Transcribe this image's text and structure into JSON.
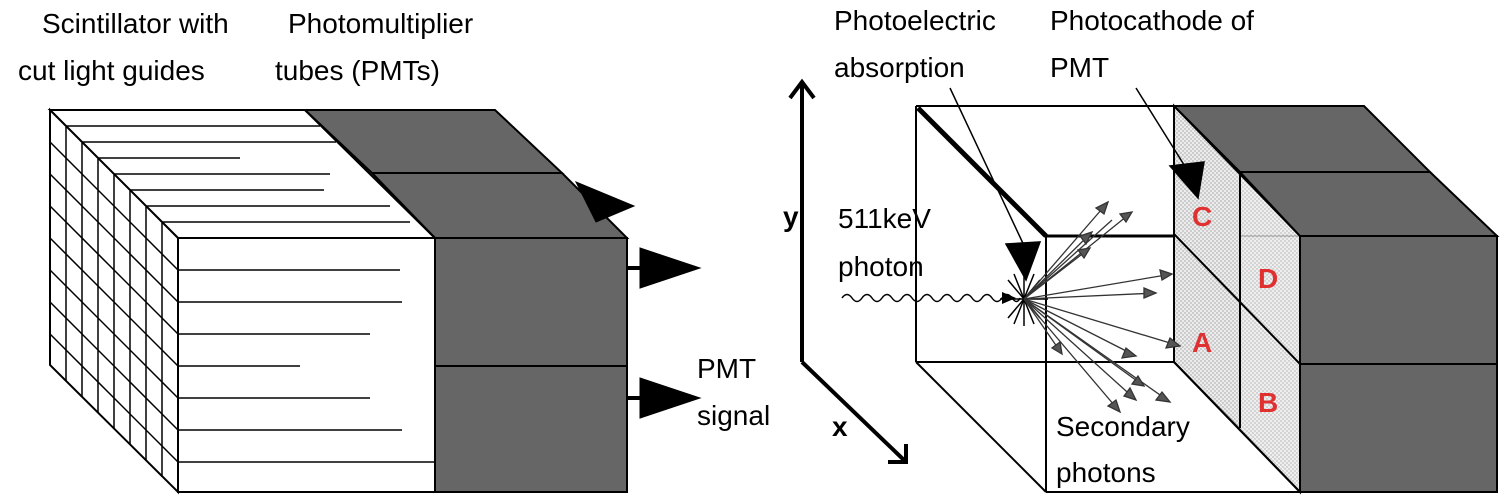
{
  "left_panel": {
    "scintillator_label": [
      "Scintillator with",
      "cut light guides"
    ],
    "pmt_label": [
      "Photomultiplier",
      "tubes (PMTs)"
    ],
    "signal_label": [
      "PMT",
      "signal"
    ]
  },
  "right_panel": {
    "photoelectric_label": [
      "Photoelectric",
      "absorption"
    ],
    "photocathode_label": [
      "Photocathode of",
      "PMT"
    ],
    "photon_label": [
      "511keV",
      "photon"
    ],
    "secondary_label": [
      "Secondary",
      "photons"
    ],
    "axis_y": "y",
    "axis_x": "x",
    "detectors": [
      "A",
      "B",
      "C",
      "D"
    ]
  },
  "colors": {
    "pmt_fill": "#666666",
    "photocathode_fill": "#dcdcdc",
    "detector_label": "#e03030",
    "ink": "#000000"
  }
}
